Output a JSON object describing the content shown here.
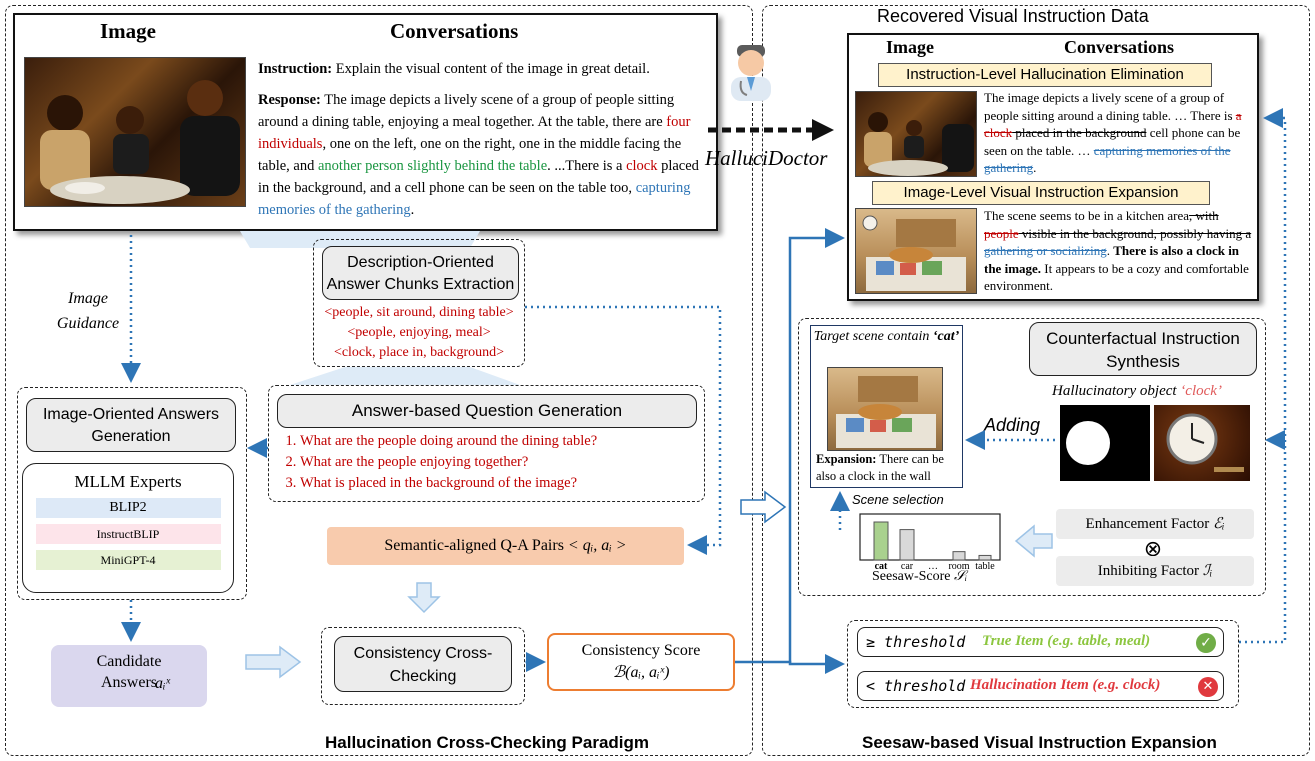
{
  "left_panel": {
    "title": "Hallucination Cross-Checking Paradigm",
    "header_image": "Image",
    "header_conversations": "Conversations",
    "instruction_label": "Instruction:",
    "instruction_text": " Explain the visual content of the image in great detail.",
    "response_label": "Response:",
    "response_parts": {
      "p1": " The image depicts a lively scene of a group of people sitting around a dining table, enjoying a meal together. At the table, there are ",
      "four_individuals": "four individuals",
      "p2": ", one on the left, one on the right, one in the middle facing the table, and ",
      "another_person": "another person slightly behind the table",
      "p3": ". ...There is a ",
      "clock": "clock",
      "p4": " placed in the background, and a cell phone can be seen on the table too, ",
      "capturing": "capturing memories of the gathering",
      "p5": "."
    },
    "image_guidance": "Image Guidance",
    "chunks_box_title": "Description-Oriented Answer Chunks Extraction",
    "chunks": [
      "<people, sit around, dining table>",
      "<people, enjoying, meal>",
      "<clock, place in, background>"
    ],
    "qgen_title": "Answer-based Question Generation",
    "questions": [
      "What are the people doing around the dining table?",
      "What are the people enjoying together?",
      "What is placed in the background of the image?"
    ],
    "ioag_title": "Image-Oriented Answers Generation",
    "mllm_title": "MLLM Experts",
    "experts": [
      {
        "name": "BLIP2",
        "color": "#dde9f7"
      },
      {
        "name": "InstructBLIP",
        "color": "#fde4ea"
      },
      {
        "name": "MiniGPT-4",
        "color": "#e6f1d3"
      }
    ],
    "qa_pairs_label": "Semantic-aligned Q-A Pairs",
    "qa_pairs_math": "< qᵢ, aᵢ >",
    "candidate_label": "Candidate Answers",
    "candidate_math": "aᵢˣ",
    "consistency_title": "Consistency Cross-Checking",
    "consistency_score_label": "Consistency Score",
    "consistency_score_math": "ℬ(aᵢ, aᵢˣ)"
  },
  "middle": {
    "doctor_label": "HalluciDoctor"
  },
  "right_panel": {
    "title": "Seesaw-based Visual Instruction Expansion",
    "recovered_title": "Recovered Visual Instruction Data",
    "header_image": "Image",
    "header_conversations": "Conversations",
    "elim_title": "Instruction-Level Hallucination Elimination",
    "elim_parts": {
      "p1": "The image depicts a lively scene of a group of people sitting around a dining table. … There is ",
      "a_clock": "a clock",
      "placed": " placed in the background",
      "p2": " cell phone can be seen on the table. … ",
      "capturing": "capturing memories of the gathering",
      "p3": "."
    },
    "expansion_title": "Image-Level Visual Instruction Expansion",
    "expansion_parts": {
      "p1": "The scene seems to be in a kitchen area",
      "with": ", with ",
      "people": "people",
      "visible": " visible in the background, possibly having a ",
      "gathering": "gathering or socializing",
      "dot": ". ",
      "bold": "There is also a clock in the image.",
      "p2": " It appears to be a cozy and comfortable environment."
    },
    "target_scene": "Target scene contain",
    "target_object": "‘cat’",
    "expansion_label": "Expansion:",
    "expansion_caption": " There can be also a clock in the wall",
    "counterfactual_title": "Counterfactual Instruction Synthesis",
    "halluc_object_label": "Hallucinatory object",
    "halluc_object": "‘clock’",
    "adding": "Adding",
    "scene_selection": "Scene selection",
    "seesaw_label": "Seesaw-Score",
    "seesaw_math": "𝒮ᵢ",
    "enhancement": "Enhancement Factor",
    "enhancement_math": "ℰᵢ",
    "inhibiting": "Inhibiting Factor",
    "inhibiting_math": "ℐᵢ",
    "otimes": "⊗",
    "threshold_ge": "≥ threshold",
    "true_item": "True Item (e.g. table, meal)",
    "threshold_lt": "< threshold",
    "halluc_item": "Hallucination Item (e.g. clock)"
  },
  "chart_data": {
    "type": "bar",
    "categories": [
      "cat",
      "car",
      "…",
      "room",
      "table"
    ],
    "values": [
      1.0,
      0.8,
      0,
      0.22,
      0.12
    ],
    "colors": [
      "#a9d18e",
      "#d9d9d9",
      "#ffffff",
      "#d9d9d9",
      "#d9d9d9"
    ],
    "title": "",
    "xlabel": "",
    "ylabel": ""
  }
}
